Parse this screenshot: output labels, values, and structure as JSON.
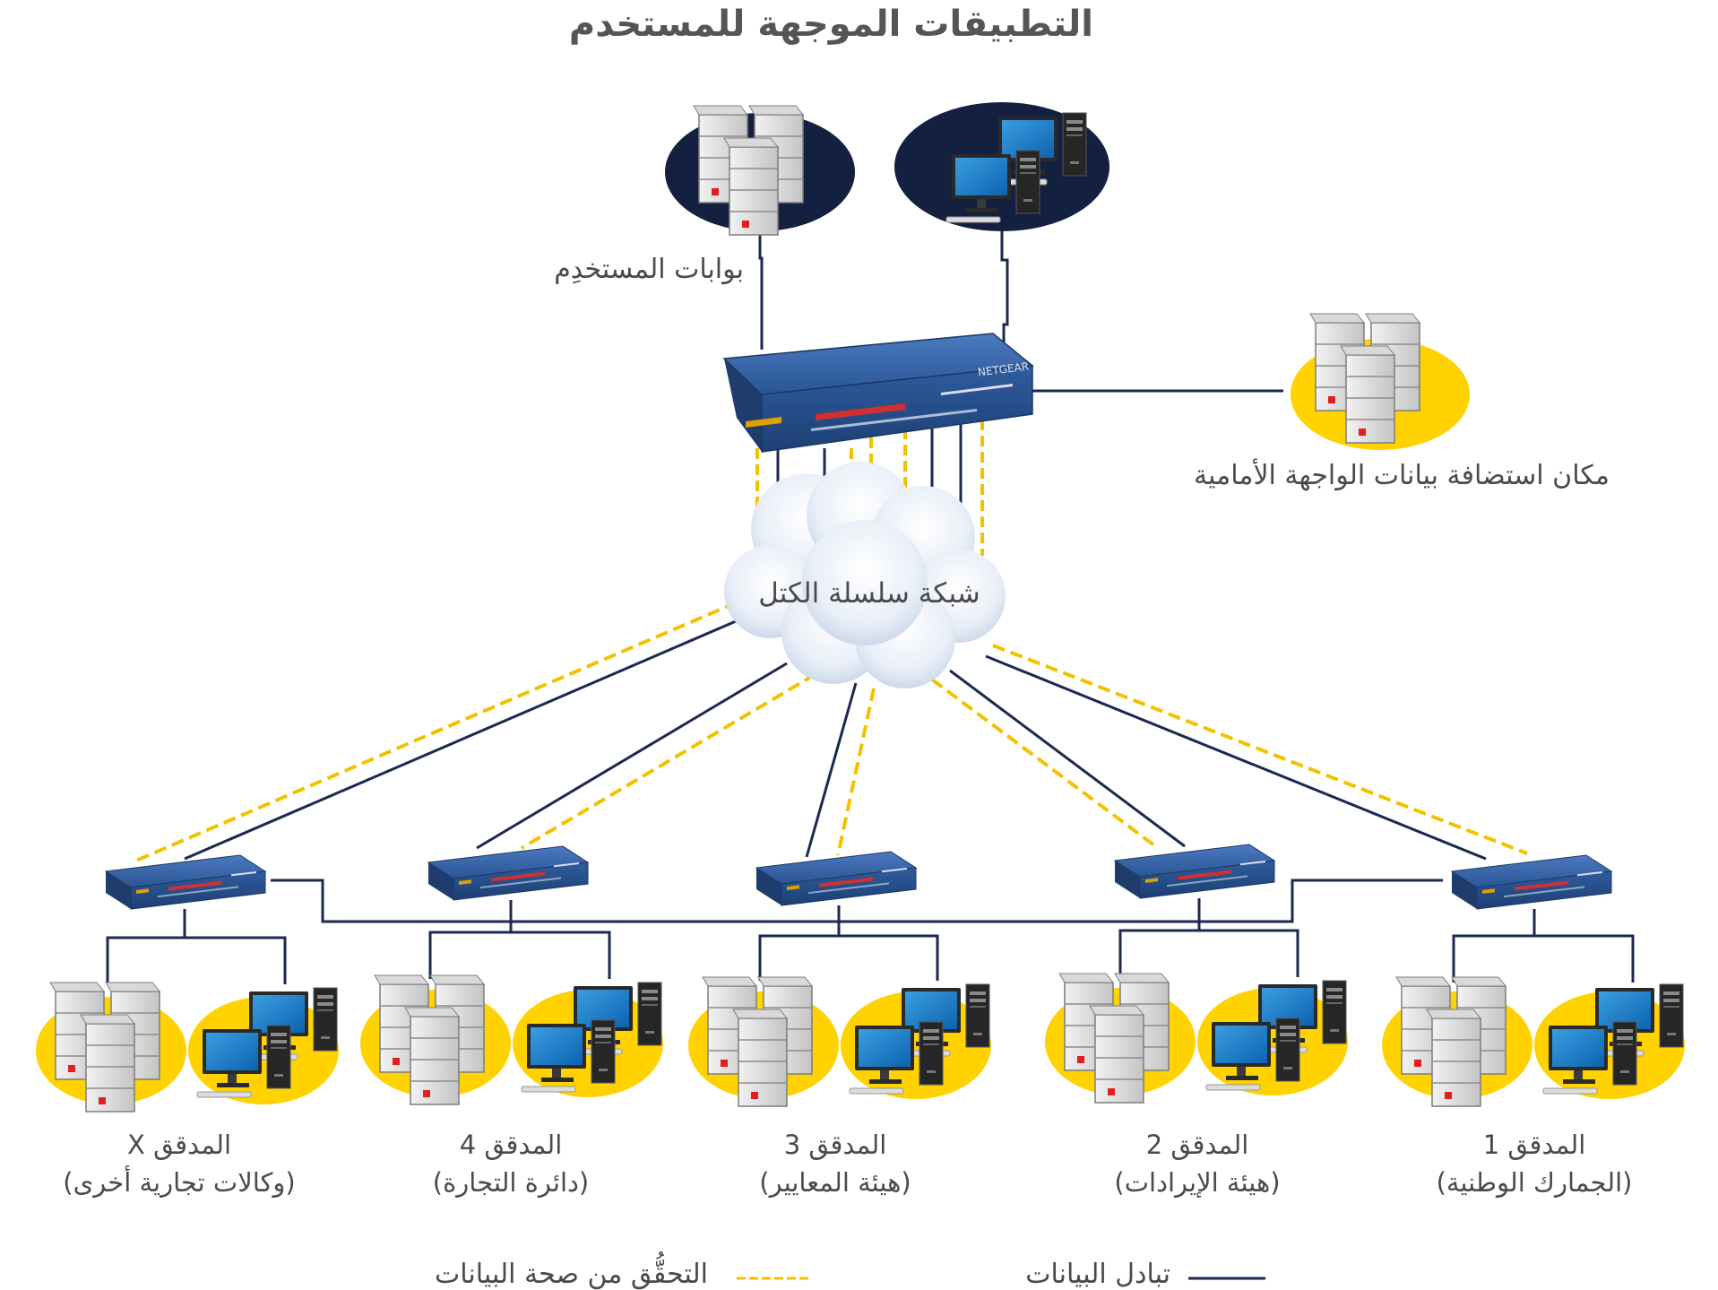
{
  "title": "التطبيقات الموجهة للمستخدم",
  "labels": {
    "user_portals": "بوابات المستخدِم",
    "frontend_hosting": "مكان استضافة بيانات الواجهة الأمامية",
    "blockchain_network": "شبكة سلسلة الكتل"
  },
  "switch_brand": "NETGEAR",
  "nodes": [
    {
      "name": "المدقق X",
      "org": "(وكالات تجارية أخرى)"
    },
    {
      "name": "المدقق 4",
      "org": "(دائرة التجارة)"
    },
    {
      "name": "المدقق 3",
      "org": "(هيئة المعايير)"
    },
    {
      "name": "المدقق 2",
      "org": "(هيئة الإيرادات)"
    },
    {
      "name": "المدقق 1",
      "org": "(الجمارك الوطنية)"
    }
  ],
  "legend": {
    "validation": "التحقُّق من صحة البيانات",
    "exchange": "تبادل البيانات"
  },
  "colors": {
    "dark_line": "#1c2850",
    "yellow_line": "#f2c200",
    "yellow_blob": "#ffd200",
    "navy_blob": "#13203f",
    "switch_blue": "#2c5a9a"
  },
  "icons": [
    "server-cluster-icon",
    "desktop-computer-icon",
    "network-switch-icon",
    "cloud-icon"
  ]
}
